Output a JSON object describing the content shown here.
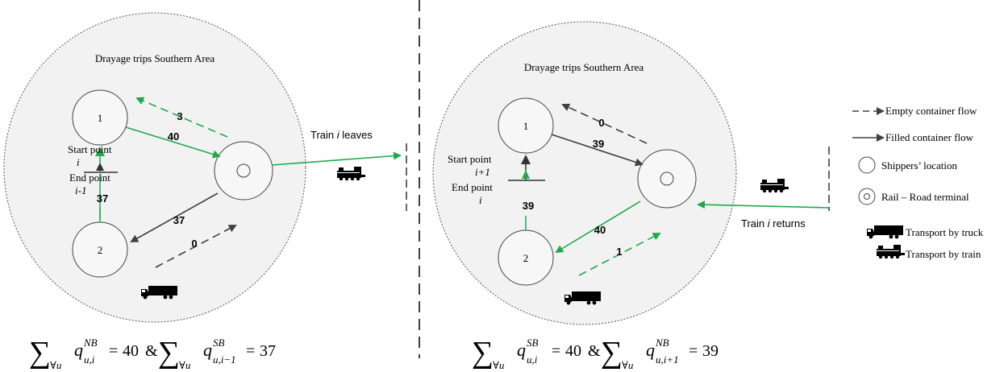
{
  "colors": {
    "green": "#1faa4a",
    "dark": "#404040",
    "area_fill": "#f2f2f2",
    "node_fill": "#f7f7f7"
  },
  "left": {
    "area_title": "Drayage trips Southern Area",
    "node_1": "1",
    "node_2": "2",
    "start_label": "Start point",
    "start_index": "i",
    "end_label": "End point",
    "end_index": "i-1",
    "count_at_switch": "37",
    "flow_empty_to_1": "3",
    "flow_filled_1_to_terminal": "40",
    "flow_filled_terminal_to_2": "37",
    "flow_empty_2_to_terminal": "0",
    "train_label_prefix": "Train ",
    "train_label_var": "i",
    "train_label_suffix": " leaves",
    "formula": {
      "lhs_super": "NB",
      "lhs_sub": "u,i",
      "lhs_value": "40",
      "rhs_super": "SB",
      "rhs_sub": "u,i−1",
      "rhs_value": "37",
      "sum_sub": "∀u",
      "joiner": "&"
    }
  },
  "right": {
    "area_title": "Drayage trips Southern Area",
    "node_1": "1",
    "node_2": "2",
    "start_label": "Start point",
    "start_index": "i+1",
    "end_label": "End point",
    "end_index": "i",
    "count_at_switch": "39",
    "flow_empty_to_1": "0",
    "flow_filled_1_to_terminal": "39",
    "flow_filled_terminal_to_2": "40",
    "flow_empty_2_to_terminal": "1",
    "train_label_prefix": "Train ",
    "train_label_var": "i",
    "train_label_suffix": " returns",
    "formula": {
      "lhs_super": "SB",
      "lhs_sub": "u,i",
      "lhs_value": "40",
      "rhs_super": "NB",
      "rhs_sub": "u,i+1",
      "rhs_value": "39",
      "sum_sub": "∀u",
      "joiner": "&"
    }
  },
  "legend": {
    "empty_flow": "Empty container flow",
    "filled_flow": "Filled container flow",
    "shipper": "Shippers’ location",
    "terminal": "Rail – Road terminal",
    "truck": "Transport by truck",
    "train": "Transport by train"
  }
}
